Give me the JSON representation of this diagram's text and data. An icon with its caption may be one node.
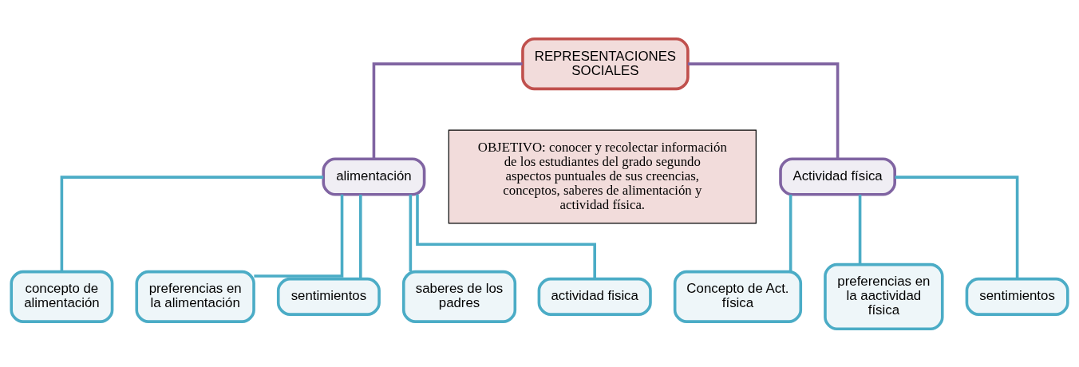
{
  "diagram": {
    "nodes": [
      {
        "text": [
          "REPRESENTACIONES SOCIALES"
        ]
      },
      {
        "text": [
          "alimentación"
        ]
      },
      {
        "text": [
          "OBJETIVO: conocer y recolectar información de los estudiantes del grado segundo aspectos puntuales de sus creencias, conceptos, saberes de alimentación y actividad física."
        ]
      },
      {
        "text": [
          "Actividad física"
        ]
      },
      {
        "text": [
          "concepto de alimentación"
        ]
      },
      {
        "text": [
          "preferencias en la alimentación"
        ]
      },
      {
        "text": [
          "sentimientos"
        ]
      },
      {
        "text": [
          "saberes de los padres"
        ]
      },
      {
        "text": [
          "actividad fisica"
        ]
      },
      {
        "text": [
          "Concepto de Act. física"
        ]
      },
      {
        "text": [
          "preferencias en la aactividad física"
        ]
      },
      {
        "text": [
          "sentimientos"
        ]
      }
    ],
    "edges": [
      {
        "from": 0,
        "to": 1,
        "arrow": "none"
      },
      {
        "from": 0,
        "to": 3,
        "arrow": "none"
      },
      {
        "from": 1,
        "to": 4,
        "arrow": "none",
        "color": "#4bacc6"
      },
      {
        "from": 1,
        "to": 5,
        "arrow": "none",
        "color": "#4bacc6"
      },
      {
        "from": 1,
        "to": 6,
        "arrow": "none",
        "color": "#4bacc6"
      },
      {
        "from": 1,
        "to": 7,
        "arrow": "none",
        "color": "#4bacc6"
      },
      {
        "from": 1,
        "to": 8,
        "arrow": "none",
        "color": "#4bacc6"
      },
      {
        "from": 3,
        "to": 9,
        "arrow": "none",
        "color": "#4bacc6"
      },
      {
        "from": 3,
        "to": 10,
        "arrow": "none",
        "color": "#4bacc6"
      },
      {
        "from": 3,
        "to": 11,
        "arrow": "none",
        "color": "#4bacc6"
      }
    ]
  }
}
